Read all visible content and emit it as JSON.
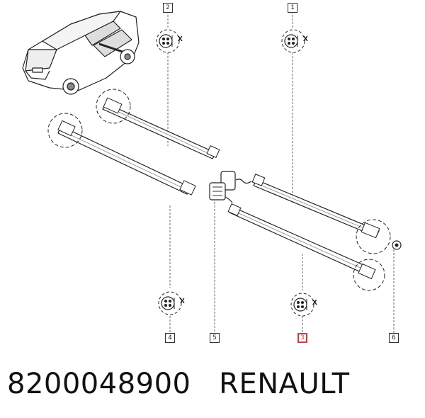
{
  "diagram": {
    "callouts": [
      {
        "id": "c2",
        "label": "2"
      },
      {
        "id": "c1",
        "label": "1"
      },
      {
        "id": "c4",
        "label": "4"
      },
      {
        "id": "c5",
        "label": "5"
      },
      {
        "id": "c3",
        "label": "3",
        "highlighted": true
      },
      {
        "id": "c6",
        "label": "6"
      }
    ],
    "symbol_letter": "X"
  },
  "caption": {
    "part_number": "8200048900",
    "brand": "RENAULT",
    "separator": "   "
  },
  "colors": {
    "line": "#222222",
    "highlight": "#d23a3a",
    "background": "#ffffff"
  }
}
